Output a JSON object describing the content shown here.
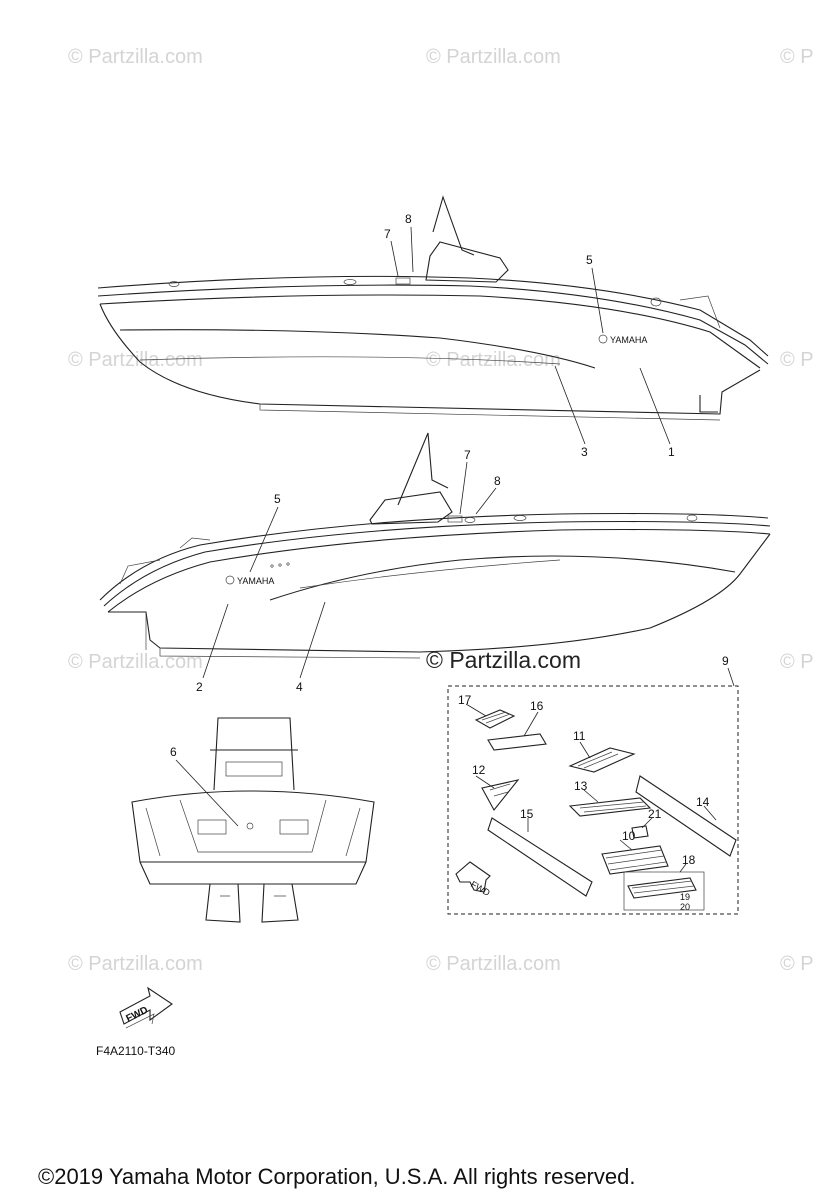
{
  "watermark": "© Partzilla.com",
  "main_watermark": "© Partzilla.com",
  "callouts": {
    "c1": "1",
    "c2": "2",
    "c3": "3",
    "c4": "4",
    "c5a": "5",
    "c5b": "5",
    "c6": "6",
    "c7a": "7",
    "c7b": "7",
    "c8a": "8",
    "c8b": "8",
    "c9": "9",
    "c10": "10",
    "c11": "11",
    "c12": "12",
    "c13": "13",
    "c14": "14",
    "c15": "15",
    "c16": "16",
    "c17": "17",
    "c18": "18",
    "c19": "19",
    "c20": "20",
    "c21": "21"
  },
  "brand_text": "YAMAHA",
  "fwd_text": "FWD",
  "diagram_code": "F4A2110-T340",
  "copyright": "©2019  Yamaha Motor Corporation, U.S.A. All rights reserved."
}
